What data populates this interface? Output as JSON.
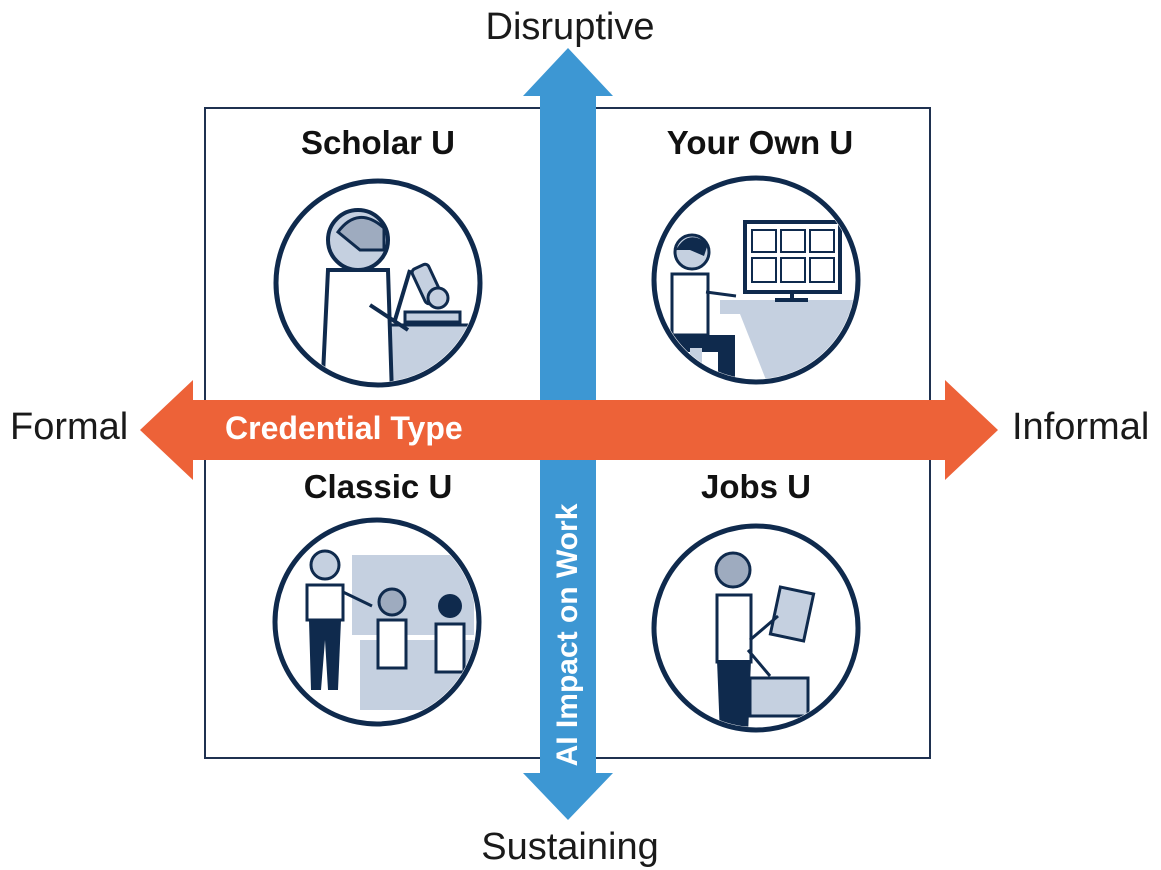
{
  "axes": {
    "top": "Disruptive",
    "bottom": "Sustaining",
    "left": "Formal",
    "right": "Informal",
    "horizontal_title": "Credential Type",
    "vertical_title": "AI Impact on Work"
  },
  "quadrants": [
    {
      "title": "Scholar U",
      "illustration": "scientist-microscope-icon"
    },
    {
      "title": "Your Own U",
      "illustration": "person-at-computer-icon"
    },
    {
      "title": "Classic U",
      "illustration": "teacher-classroom-icon"
    },
    {
      "title": "Jobs U",
      "illustration": "worker-briefcase-icon"
    }
  ],
  "colors": {
    "vertical_arrow": "#3d97d3",
    "horizontal_arrow": "#ed6238",
    "navy": "#0f2a4d",
    "light_fill": "#c5d0e0",
    "frame": "#1f3150"
  }
}
